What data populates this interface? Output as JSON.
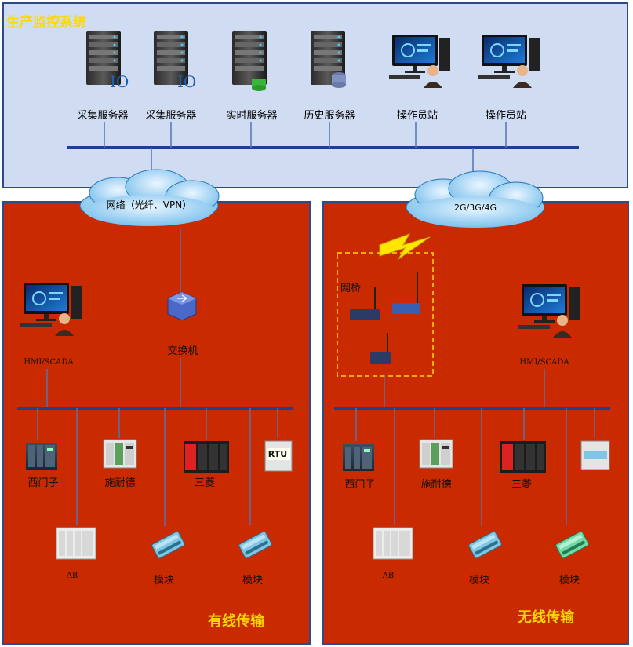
{
  "system_title": "生产监控系统",
  "top": {
    "servers": [
      {
        "label": "采集服务器",
        "tag": "IO"
      },
      {
        "label": "采集服务器",
        "tag": "IO"
      },
      {
        "label": "实时服务器"
      },
      {
        "label": "历史服务器"
      }
    ],
    "stations": [
      {
        "label": "操作员站"
      },
      {
        "label": "操作员站"
      }
    ]
  },
  "clouds": {
    "wired": "网络（光纤、VPN）",
    "wireless": "2G/3G/4G"
  },
  "wired": {
    "mode_label": "有线传输",
    "hmi_label": "HMI/SCADA",
    "switch_label": "交换机",
    "devices_row1": [
      "西门子",
      "施耐德",
      "三菱"
    ],
    "rtu_label": "RTU",
    "devices_row2": [
      "AB",
      "模块",
      "模块"
    ]
  },
  "wireless": {
    "mode_label": "无线传输",
    "hmi_label": "HMI/SCADA",
    "bridge_label": "网桥",
    "devices_row1": [
      "西门子",
      "施耐德",
      "三菱"
    ],
    "devices_row2": [
      "AB",
      "模块",
      "模块"
    ]
  },
  "colors": {
    "panel_red": "#c92a00",
    "panel_blue": "#cfdcf2",
    "bus_blue": "#1f3f8f",
    "accent_yellow": "#ffd800"
  }
}
